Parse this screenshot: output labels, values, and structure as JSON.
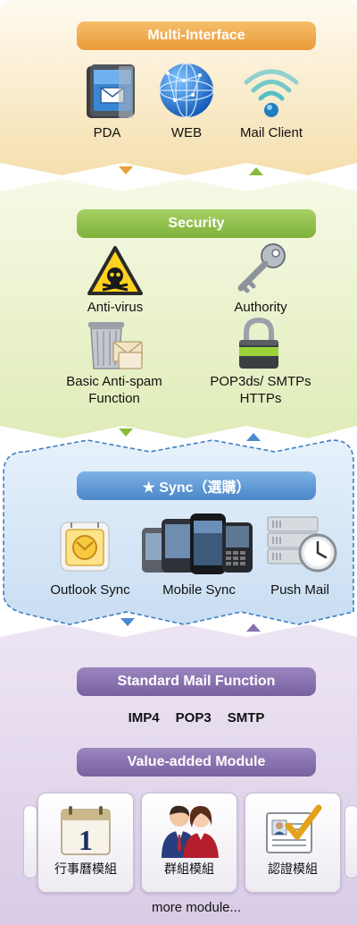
{
  "multi_interface": {
    "title": "Multi-Interface",
    "items": [
      {
        "label": "PDA",
        "icon": "pda-icon"
      },
      {
        "label": "WEB",
        "icon": "globe-icon"
      },
      {
        "label": "Mail Client",
        "icon": "wifi-icon"
      }
    ]
  },
  "security": {
    "title": "Security",
    "items": [
      {
        "label": "Anti-virus",
        "icon": "warning-skull-icon"
      },
      {
        "label": "Authority",
        "icon": "key-icon"
      },
      {
        "label_line1": "Basic Anti-spam",
        "label_line2": "Function",
        "icon": "trash-envelope-icon"
      },
      {
        "label_line1": "POP3ds/ SMTPs",
        "label_line2": "HTTPs",
        "icon": "padlock-icon"
      }
    ]
  },
  "sync": {
    "title": "★ Sync（選購）",
    "items": [
      {
        "label": "Outlook Sync",
        "icon": "outlook-icon"
      },
      {
        "label": "Mobile Sync",
        "icon": "phones-icon"
      },
      {
        "label": "Push Mail",
        "icon": "server-clock-icon"
      }
    ]
  },
  "standard": {
    "title": "Standard Mail Function",
    "protocols": [
      "IMP4",
      "POP3",
      "SMTP"
    ]
  },
  "value_added": {
    "title": "Value-added Module",
    "modules": [
      {
        "label": "行事曆模組",
        "icon": "calendar-icon"
      },
      {
        "label": "群組模組",
        "icon": "group-icon"
      },
      {
        "label": "認證模組",
        "icon": "certificate-icon"
      }
    ],
    "more": "more module..."
  },
  "colors": {
    "orange_pill": "#f0a84a",
    "green_pill": "#8cbe45",
    "blue_pill": "#5c96d2",
    "purple_pill": "#8a72ae",
    "arrow_orange": "#e7a03c",
    "arrow_green": "#88bb3c",
    "arrow_blue": "#4a8ad0",
    "arrow_purple": "#8a72b0"
  }
}
